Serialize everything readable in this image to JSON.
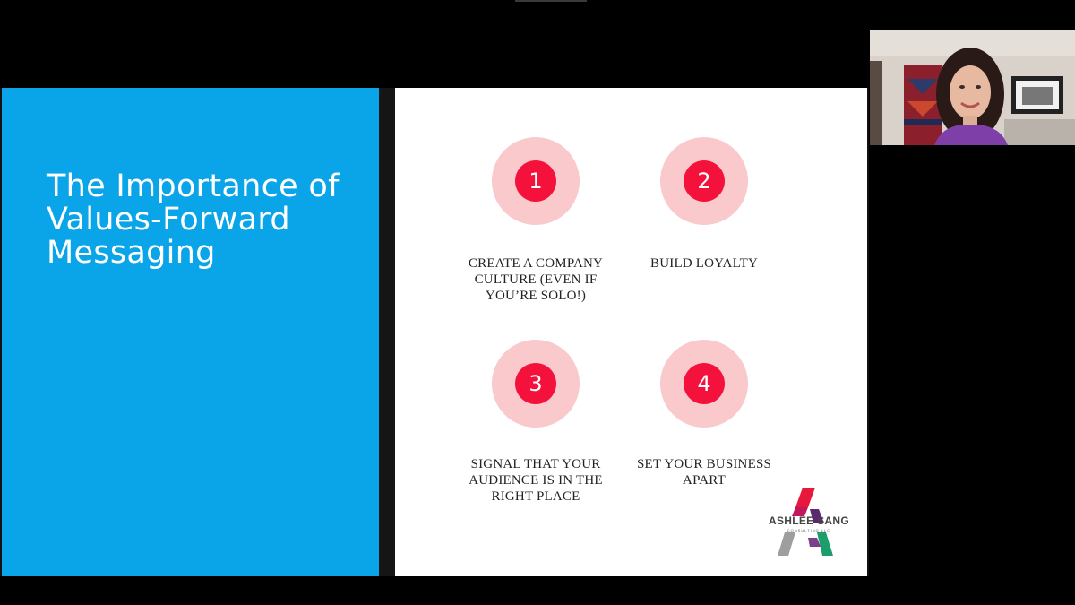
{
  "slide": {
    "title": "The Importance of Values-Forward Messaging",
    "items": [
      {
        "number": "1",
        "label": "CREATE A COMPANY CULTURE (EVEN IF YOU’RE SOLO!)"
      },
      {
        "number": "2",
        "label": "BUILD LOYALTY"
      },
      {
        "number": "3",
        "label": "SIGNAL THAT YOUR AUDIENCE IS IN THE RIGHT PLACE"
      },
      {
        "number": "4",
        "label": "SET YOUR BUSINESS APART"
      }
    ],
    "logo": {
      "name": "ASHLEE SANG",
      "sub": "CONSULTING LLC"
    }
  },
  "colors": {
    "left_panel": "#0aa4e8",
    "circle_outer": "#f9c9cc",
    "circle_inner": "#f4123c"
  }
}
